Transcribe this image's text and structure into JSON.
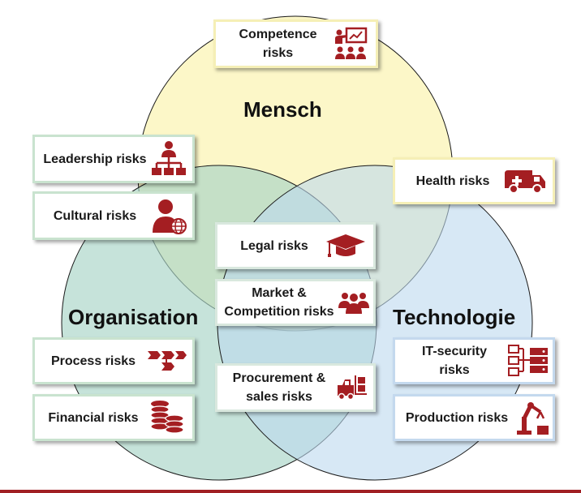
{
  "circles": {
    "mensch": {
      "label": "Mensch",
      "fill": "#fbf4b6"
    },
    "organisation": {
      "label": "Organisation",
      "fill": "#a7d4c6"
    },
    "technologie": {
      "label": "Technologie",
      "fill": "#bcd8ef"
    }
  },
  "colors": {
    "icon": "#a41e22",
    "outline": "#1a1a1a"
  },
  "cards": {
    "competence": {
      "label1": "Competence",
      "label2": "risks",
      "icon": "presentation-icon"
    },
    "leadership": {
      "label": "Leadership risks",
      "icon": "org-chart-icon"
    },
    "cultural": {
      "label": "Cultural risks",
      "icon": "person-globe-icon"
    },
    "health": {
      "label": "Health risks",
      "icon": "ambulance-icon"
    },
    "legal": {
      "label": "Legal risks",
      "icon": "graduation-cap-icon"
    },
    "market": {
      "label1": "Market &",
      "label2": "Competition risks",
      "icon": "group-icon"
    },
    "process": {
      "label": "Process risks",
      "icon": "process-flow-icon"
    },
    "financial": {
      "label": "Financial risks",
      "icon": "coin-stack-icon"
    },
    "procurement": {
      "label1": "Procurement &",
      "label2": "sales risks",
      "icon": "forklift-icon"
    },
    "itsecurity": {
      "label1": "IT-security",
      "label2": "risks",
      "icon": "server-network-icon"
    },
    "production": {
      "label": "Production risks",
      "icon": "robot-arm-icon"
    }
  }
}
